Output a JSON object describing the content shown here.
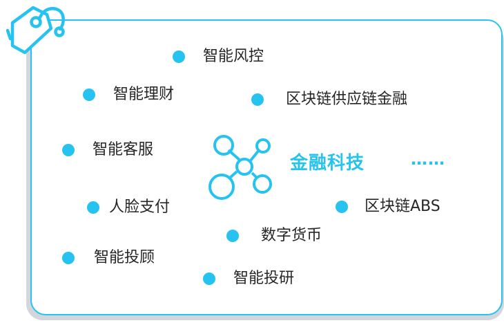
{
  "colors": {
    "accent": "#27c3f0",
    "text": "#262626",
    "shadow": "#d3d6da"
  },
  "center": {
    "title": "金融科技",
    "more": "……",
    "icon": "network-nodes-icon"
  },
  "corner_icon": "price-tag-icon",
  "items": [
    {
      "label": "智能风控"
    },
    {
      "label": "智能理财"
    },
    {
      "label": "区块链供应链金融"
    },
    {
      "label": "智能客服"
    },
    {
      "label": "人脸支付"
    },
    {
      "label": "区块链ABS"
    },
    {
      "label": "数字货币"
    },
    {
      "label": "智能投顾"
    },
    {
      "label": "智能投研"
    }
  ]
}
